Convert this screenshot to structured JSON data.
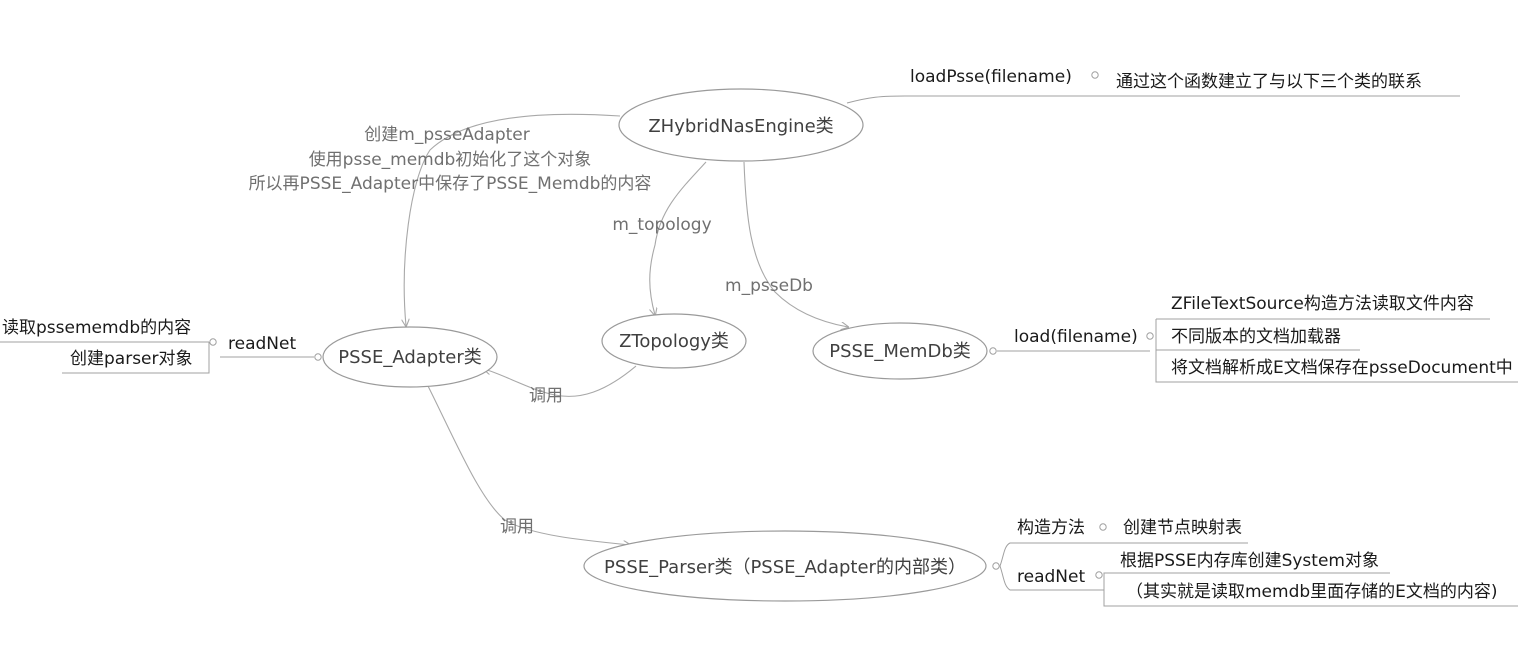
{
  "nodes": {
    "engine": "ZHybridNasEngine类",
    "adapter": "PSSE_Adapter类",
    "topology": "ZTopology类",
    "memdb": "PSSE_MemDb类",
    "parser": "PSSE_Parser类（PSSE_Adapter的内部类）"
  },
  "edges": {
    "engine_adapter": [
      "创建m_psseAdapter",
      "使用psse_memdb初始化了这个对象",
      "所以再PSSE_Adapter中保存了PSSE_Memdb的内容"
    ],
    "engine_topology": "m_topology",
    "engine_memdb": "m_psseDb",
    "topology_adapter": "调用",
    "adapter_parser": "调用"
  },
  "branches": {
    "engine": {
      "label": "loadPsse(filename)",
      "children": [
        "通过这个函数建立了与以下三个类的联系"
      ]
    },
    "adapter": {
      "label": "readNet",
      "children": [
        "读取pssememdb的内容",
        "创建parser对象"
      ]
    },
    "memdb": {
      "label": "load(filename)",
      "children": [
        "ZFileTextSource构造方法读取文件内容",
        "不同版本的文档加载器",
        "将文档解析成E文档保存在psseDocument中"
      ]
    },
    "parser_ctor": {
      "label": "构造方法",
      "children": [
        "创建节点映射表"
      ]
    },
    "parser_readnet": {
      "label": "readNet",
      "children": [
        "根据PSSE内存库创建System对象",
        "（其实就是读取memdb里面存储的E文档的内容)"
      ]
    }
  }
}
